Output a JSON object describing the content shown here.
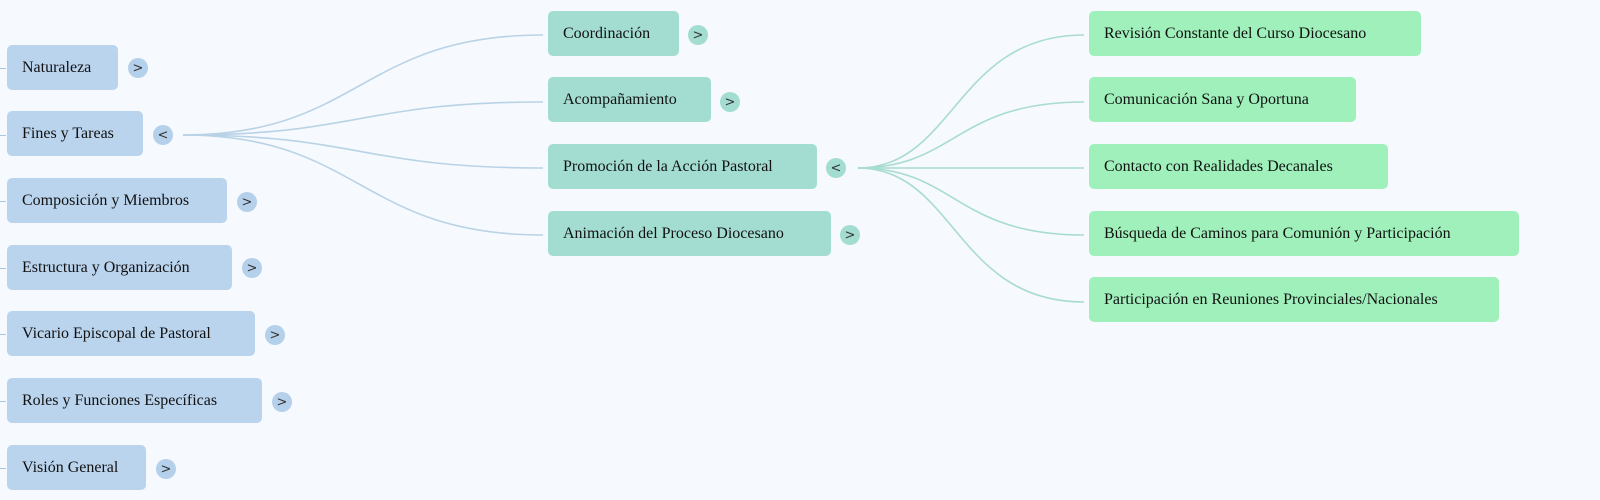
{
  "colors": {
    "background": "#f6f9fe",
    "level1": "#bad4ee",
    "level2": "#a3ddd2",
    "level3": "#9ff0bb",
    "link1": "#b9d3e6",
    "link2": "#a8dccf"
  },
  "level1": [
    {
      "label": "Naturaleza",
      "toggle": ">"
    },
    {
      "label": "Fines y Tareas",
      "toggle": "<"
    },
    {
      "label": "Composición y Miembros",
      "toggle": ">"
    },
    {
      "label": "Estructura y Organización",
      "toggle": ">"
    },
    {
      "label": "Vicario Episcopal de Pastoral",
      "toggle": ">"
    },
    {
      "label": "Roles y Funciones Específicas",
      "toggle": ">"
    },
    {
      "label": "Visión General",
      "toggle": ">"
    }
  ],
  "level2": [
    {
      "label": "Coordinación",
      "toggle": ">"
    },
    {
      "label": "Acompañamiento",
      "toggle": ">"
    },
    {
      "label": "Promoción de la Acción Pastoral",
      "toggle": "<"
    },
    {
      "label": "Animación del Proceso Diocesano",
      "toggle": ">"
    }
  ],
  "level3": [
    {
      "label": "Revisión Constante del Curso Diocesano"
    },
    {
      "label": "Comunicación Sana y Oportuna"
    },
    {
      "label": "Contacto con Realidades Decanales"
    },
    {
      "label": "Búsqueda de Caminos para Comunión y Participación"
    },
    {
      "label": "Participación en Reuniones Provinciales/Nacionales"
    }
  ]
}
